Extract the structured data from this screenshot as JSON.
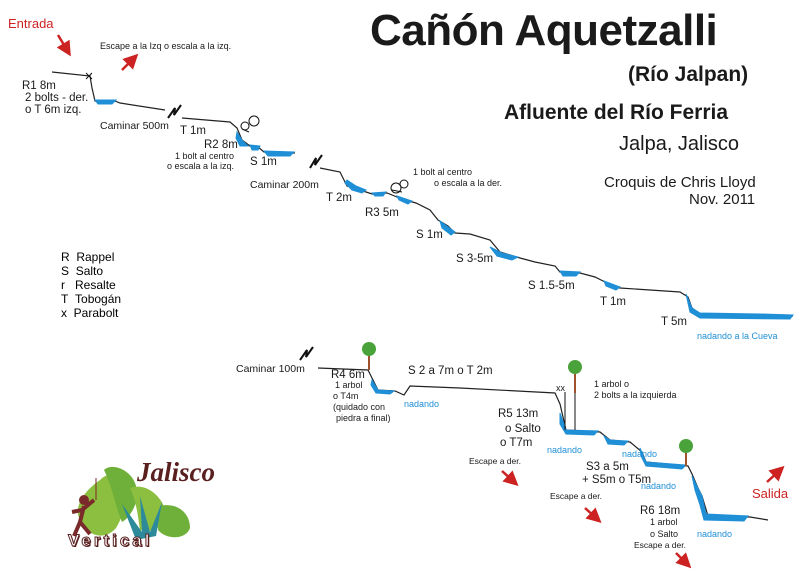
{
  "header": {
    "title": "Cañón Aquetzalli",
    "subtitle": "(Río Jalpan)",
    "tributary": "Afluente del Río Ferria",
    "location": "Jalpa, Jalisco",
    "credit_line1": "Croquis de Chris Lloyd",
    "credit_line2": "Nov. 2011"
  },
  "colors": {
    "water": "#1f8fd6",
    "arrow": "#cc2222",
    "profile": "#222222",
    "tree_canopy": "#4aa23a",
    "tree_trunk": "#a0522d",
    "logo_text": "#5a1f1f"
  },
  "labels": {
    "entrada": "Entrada",
    "escape1": "Escape a la Izq o escala a la izq.",
    "r1_a": "R1 8m",
    "r1_b": "2 bolts - der.",
    "r1_c": "o T 6m izq.",
    "caminar500": "Caminar 500m",
    "t1m_a": "T 1m",
    "r2": "R2 8m",
    "bolt_centro_a": "1 bolt al centro",
    "escala_izq": "o escala a la izq.",
    "s1m_a": "S 1m",
    "caminar200": "Caminar 200m",
    "t2m": "T 2m",
    "r3": "R3 5m",
    "bolt_centro_b": "1 bolt al centro",
    "escala_der": "o escala a la der.",
    "s1m_b": "S 1m",
    "s35": "S 3-5m",
    "s155": "S 1.5-5m",
    "t1m_b": "T 1m",
    "t5m": "T 5m",
    "nadando_cueva": "nadando  a la Cueva",
    "caminar100": "Caminar 100m",
    "r4": "R4 6m",
    "r4_arbol": "1 arbol",
    "r4_t4": "o T4m",
    "r4_quidado": "(quidado con",
    "r4_piedra": "piedra a final)",
    "s2_7": "S 2 a 7m o T 2m",
    "nadando1": "nadando",
    "xx": "xx",
    "arbol_bolts_a": "1 arbol o",
    "arbol_bolts_b": "2 bolts a la izquierda",
    "r5": "R5 13m",
    "r5_salto": "o Salto",
    "r5_t7": "o T7m",
    "escape_der1": "Escape a der.",
    "nadando2": "nadando",
    "nadando3": "nadando",
    "s3": "S3 a 5m",
    "s5": "+ S5m o T5m",
    "nadando4": "nadando",
    "escape_der2": "Escape a der.",
    "salida": "Salida",
    "r6": "R6 18m",
    "r6_arbol": "1 arbol",
    "r6_salto": "o Salto",
    "r6_escape": "Escape a der.",
    "nadando5": "nadando"
  },
  "legend": [
    {
      "key": "R",
      "value": "Rappel"
    },
    {
      "key": "S",
      "value": "Salto"
    },
    {
      "key": "r",
      "value": "Resalte"
    },
    {
      "key": "T",
      "value": "Tobogán"
    },
    {
      "key": "x",
      "value": "Parabolt"
    }
  ],
  "logo": {
    "word1": "Jalisco",
    "word2": "Vertical"
  }
}
